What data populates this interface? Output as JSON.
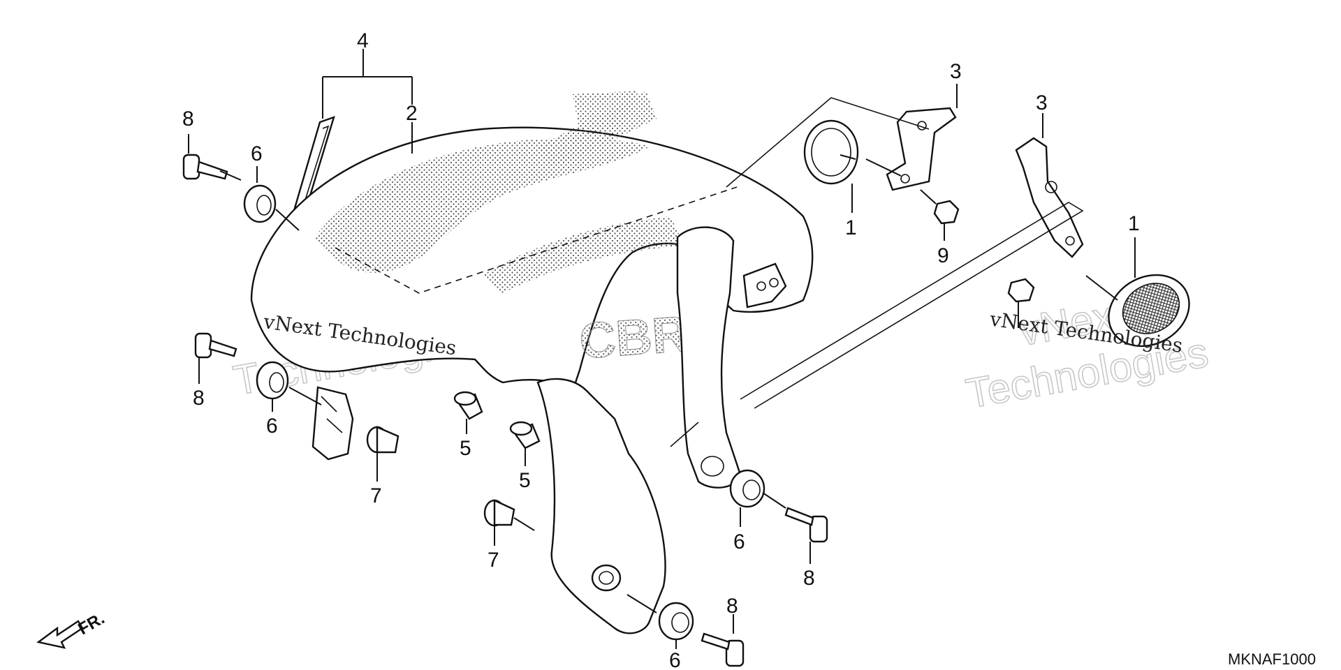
{
  "diagram": {
    "callouts": [
      {
        "id": "c4",
        "label": "4"
      },
      {
        "id": "c2",
        "label": "2"
      },
      {
        "id": "c8a",
        "label": "8"
      },
      {
        "id": "c6a",
        "label": "6"
      },
      {
        "id": "c3a",
        "label": "3"
      },
      {
        "id": "c3b",
        "label": "3"
      },
      {
        "id": "c1a",
        "label": "1"
      },
      {
        "id": "c9",
        "label": "9"
      },
      {
        "id": "c1b",
        "label": "1"
      },
      {
        "id": "c8b",
        "label": "8"
      },
      {
        "id": "c6b",
        "label": "6"
      },
      {
        "id": "c7a",
        "label": "7"
      },
      {
        "id": "c5a",
        "label": "5"
      },
      {
        "id": "c5b",
        "label": "5"
      },
      {
        "id": "c7b",
        "label": "7"
      },
      {
        "id": "c6c",
        "label": "6"
      },
      {
        "id": "c8c",
        "label": "8"
      },
      {
        "id": "c6d",
        "label": "6"
      },
      {
        "id": "c8d",
        "label": "8"
      }
    ],
    "watermark_text": "vNext Technologies",
    "watermark_word1": "vNext",
    "watermark_word2": "Technologies",
    "decal_text": "CBR",
    "front_indicator": "FR.",
    "diagram_code": "MKNAF1000"
  }
}
